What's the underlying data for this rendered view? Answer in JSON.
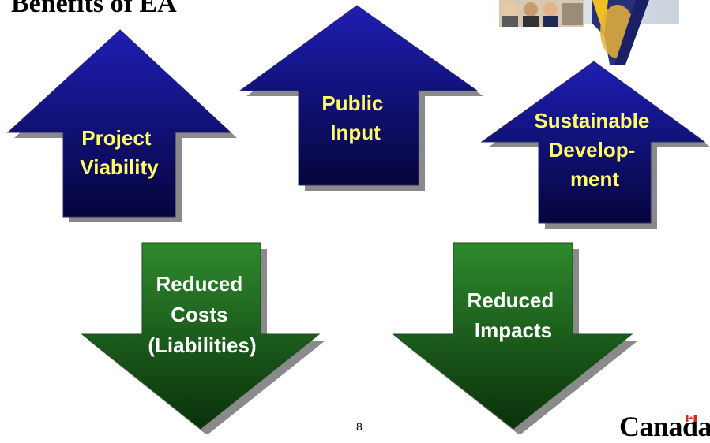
{
  "slide": {
    "title": "Benefits of EA",
    "page_number": "8",
    "wordmark": "Canada"
  },
  "colors": {
    "up_arrow_top": "#1e1eb4",
    "up_arrow_bottom": "#05053c",
    "down_arrow_top": "#2e8a2e",
    "down_arrow_bottom": "#0a300a",
    "up_label": "#ffff66",
    "down_label": "#ffffff",
    "shadow": "#8a8a8a"
  },
  "arrows": {
    "project_viability": {
      "direction": "up",
      "lines": [
        "Project",
        "Viability"
      ]
    },
    "public_input": {
      "direction": "up",
      "lines": [
        "Public",
        "Input"
      ]
    },
    "sustainable_development": {
      "direction": "up",
      "lines": [
        "Sustainable",
        "Develop-",
        "ment"
      ]
    },
    "reduced_costs": {
      "direction": "down",
      "lines": [
        "Reduced",
        "Costs",
        "(Liabilities)"
      ]
    },
    "reduced_impacts": {
      "direction": "down",
      "lines": [
        "Reduced",
        "Impacts"
      ]
    }
  },
  "header_art": {
    "description_icon": "people-photo-collage-icon"
  }
}
